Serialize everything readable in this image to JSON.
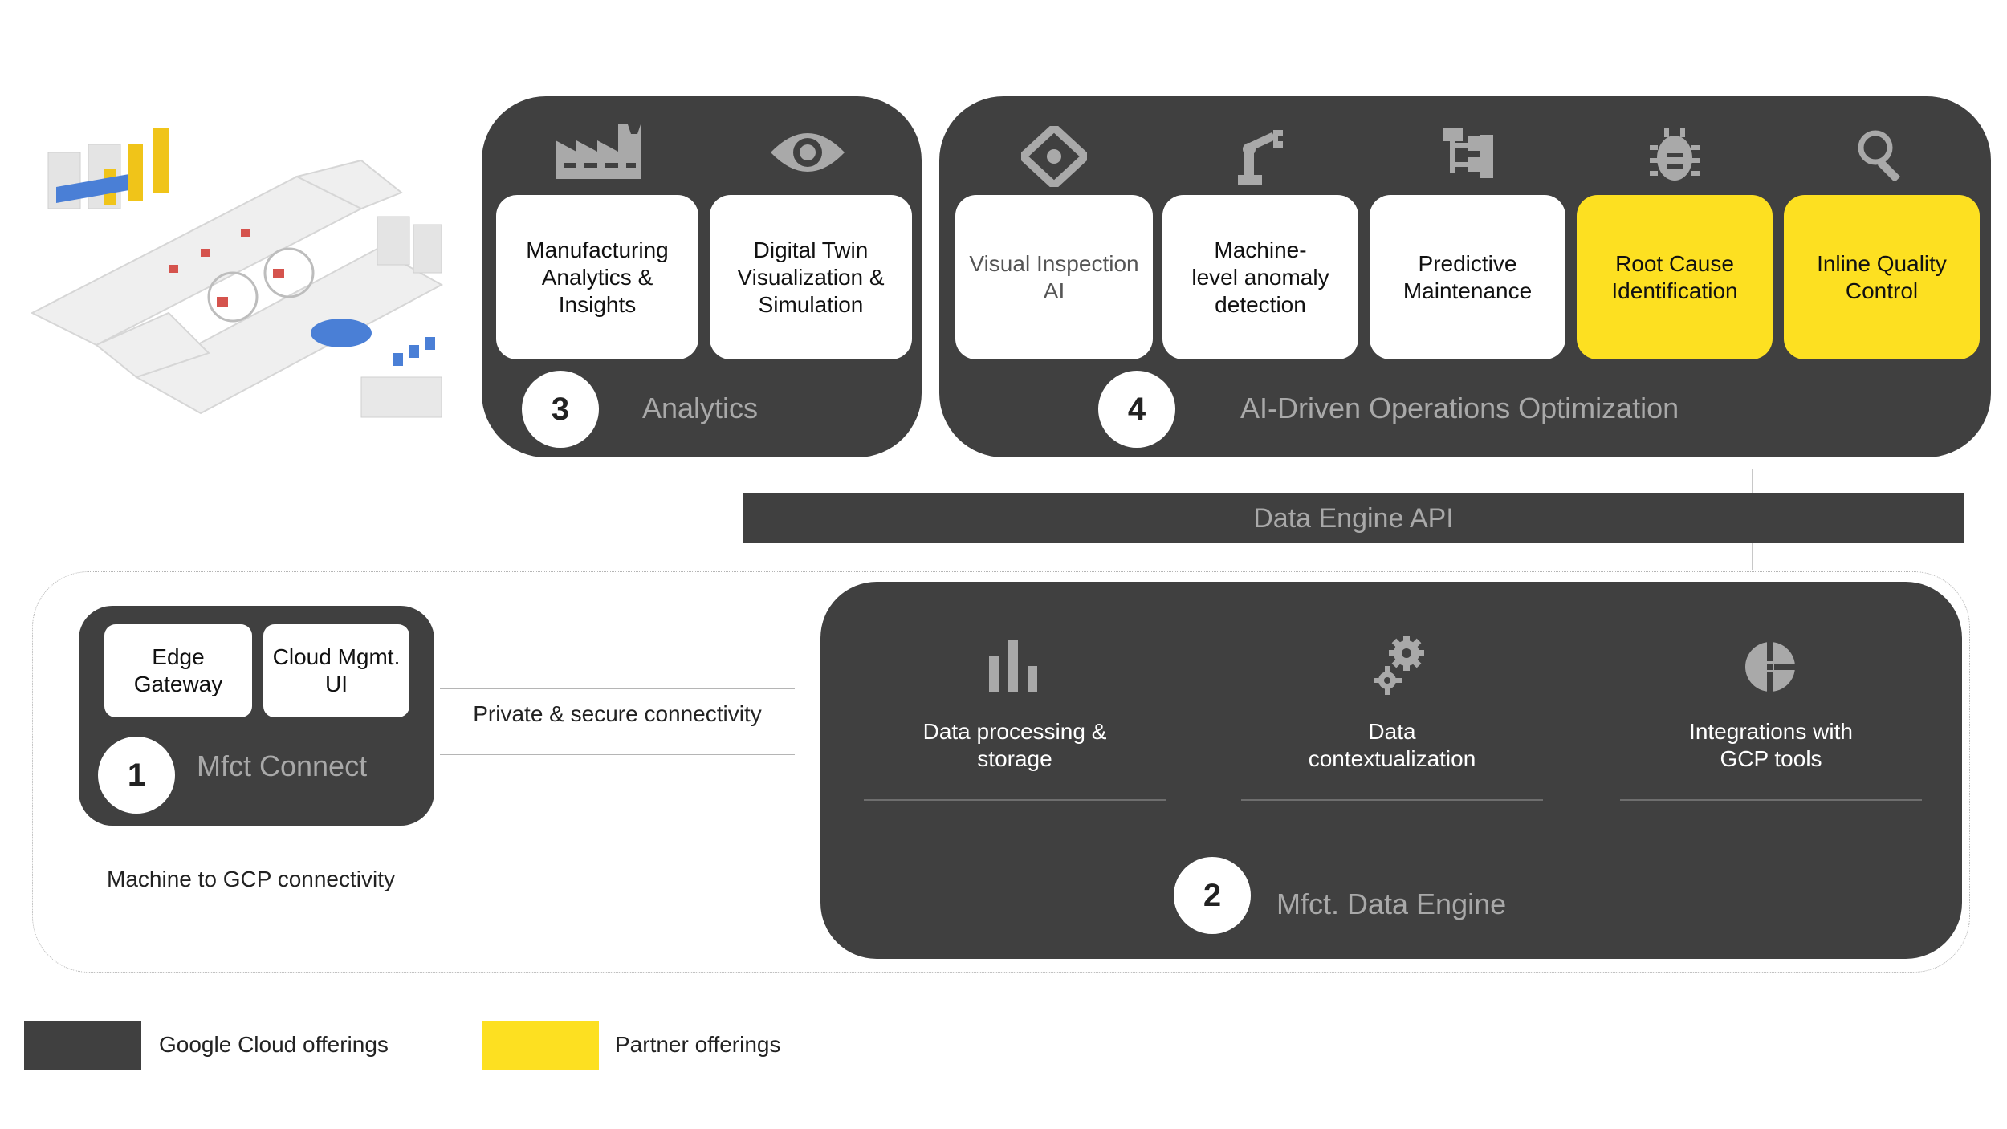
{
  "analytics": {
    "number": "3",
    "title": "Analytics",
    "cards": [
      {
        "label": "Manufacturing\nAnalytics &\nInsights",
        "icon": "factory-icon"
      },
      {
        "label": "Digital Twin\nVisualization &\nSimulation",
        "icon": "eye-icon"
      }
    ]
  },
  "ai_ops": {
    "number": "4",
    "title": "AI-Driven Operations Optimization",
    "cards": [
      {
        "label": "Visual Inspection\nAI",
        "icon": "diamond-target-icon",
        "style": "muted"
      },
      {
        "label": "Machine-\nlevel anomaly\ndetection",
        "icon": "robot-arm-icon"
      },
      {
        "label": "Predictive\nMaintenance",
        "icon": "tree-structure-icon"
      },
      {
        "label": "Root Cause\nIdentification",
        "icon": "bug-icon",
        "style": "partner"
      },
      {
        "label": "Inline Quality\nControl",
        "icon": "magnifier-icon",
        "style": "partner"
      }
    ]
  },
  "api_bar": {
    "label": "Data Engine API"
  },
  "connect": {
    "number": "1",
    "title": "Mfct Connect",
    "cards": [
      "Edge\nGateway",
      "Cloud Mgmt.\nUI"
    ],
    "caption": "Machine to GCP connectivity"
  },
  "connectivity_label": "Private & secure connectivity",
  "data_engine": {
    "number": "2",
    "title": "Mfct. Data Engine",
    "items": [
      {
        "label": "Data processing &\nstorage",
        "icon": "bar-chart-icon"
      },
      {
        "label": "Data\ncontextualization",
        "icon": "gear-cog-icon"
      },
      {
        "label": "Integrations with\nGCP tools",
        "icon": "pie-icon"
      }
    ]
  },
  "legend": [
    {
      "label": "Google Cloud offerings",
      "color": "#404040"
    },
    {
      "label": "Partner offerings",
      "color": "#fde021"
    }
  ],
  "colors": {
    "dark": "#404040",
    "partner": "#fde021",
    "title_gray": "#a9a9a9"
  }
}
